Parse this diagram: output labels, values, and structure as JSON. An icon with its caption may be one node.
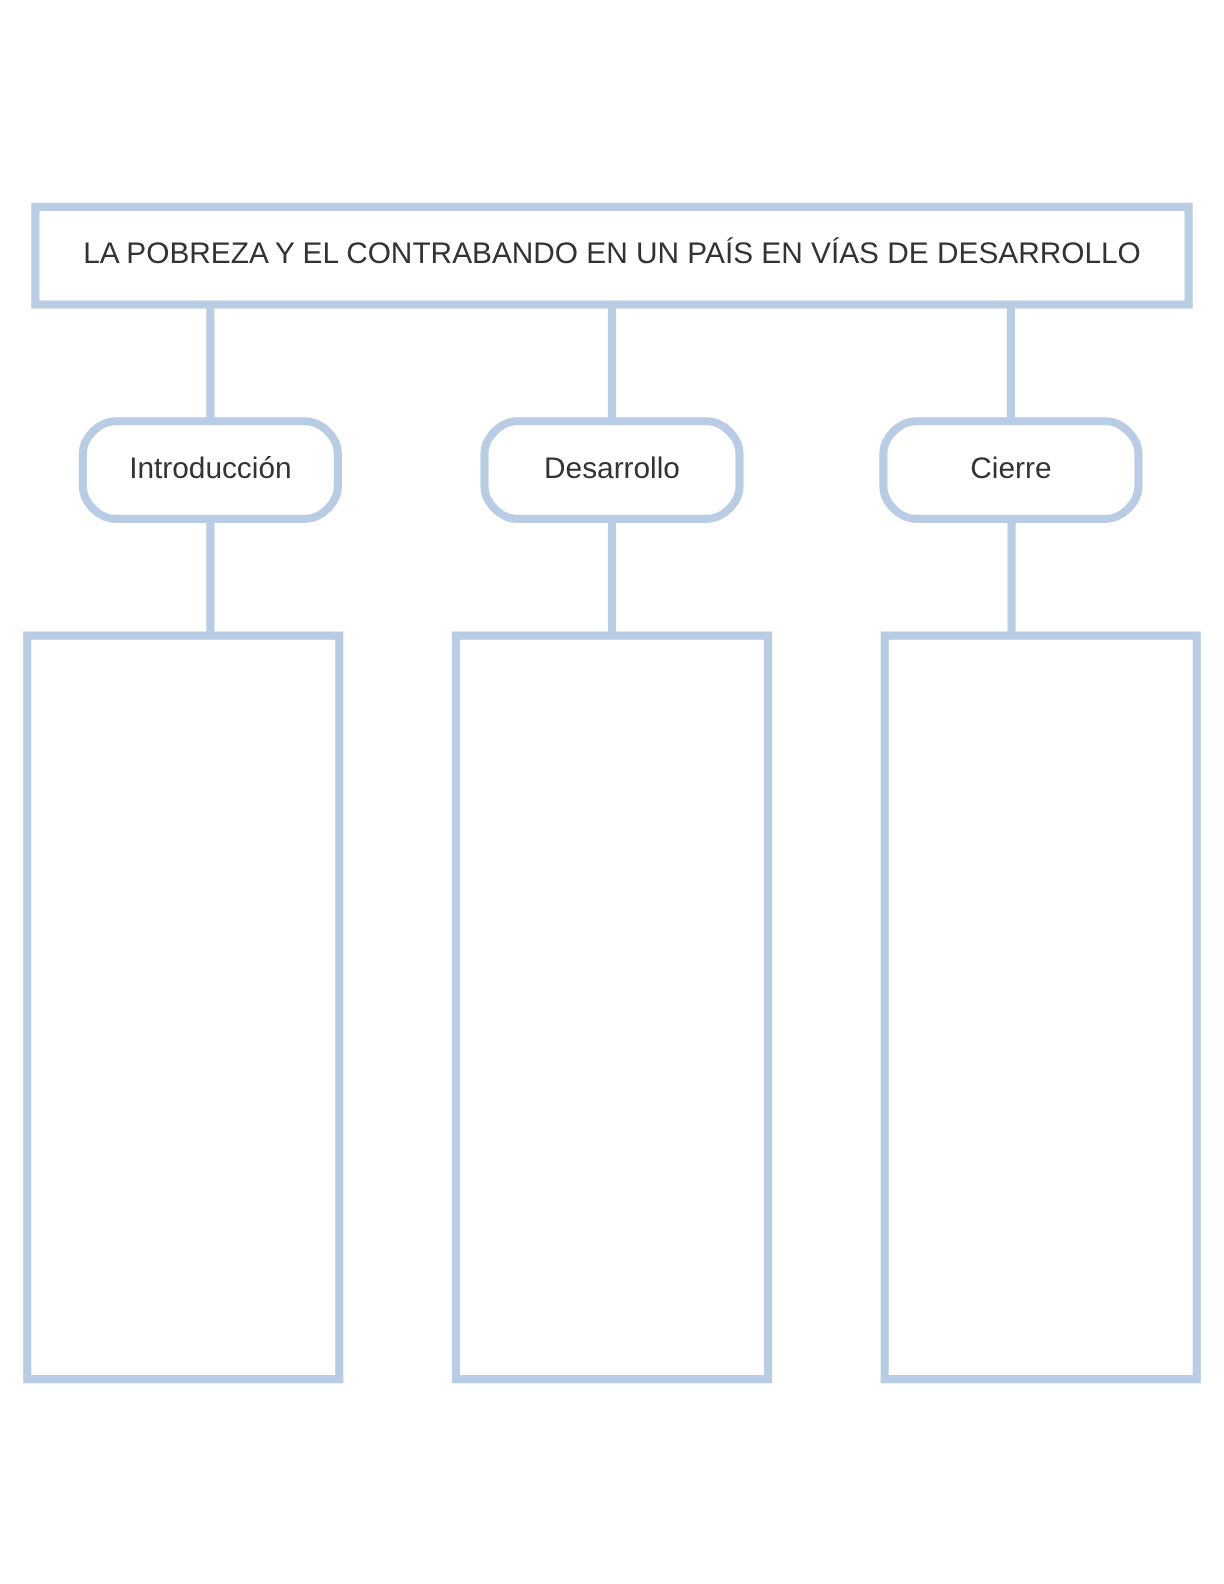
{
  "diagram": {
    "nodes": [
      {
        "text": [
          "LA POBREZA Y EL CONTRABANDO EN UN PAÍS EN VÍAS DE DESARROLLO"
        ]
      },
      {
        "text": [
          "Introducción"
        ]
      },
      {
        "text": [
          "Desarrollo"
        ]
      },
      {
        "text": [
          "Cierre"
        ]
      },
      {
        "text": [],
        "shape": "box"
      },
      {
        "text": [],
        "shape": "box"
      },
      {
        "text": [],
        "shape": "box"
      }
    ],
    "edges": [
      {
        "from": 0,
        "to": 1,
        "arrow": "none"
      },
      {
        "from": 0,
        "to": 2,
        "arrow": "none"
      },
      {
        "from": 0,
        "to": 3,
        "arrow": "none"
      },
      {
        "from": 1,
        "to": 4,
        "arrow": "none"
      },
      {
        "from": 2,
        "to": 5,
        "arrow": "none"
      },
      {
        "from": 3,
        "to": 6,
        "arrow": "none"
      }
    ]
  }
}
